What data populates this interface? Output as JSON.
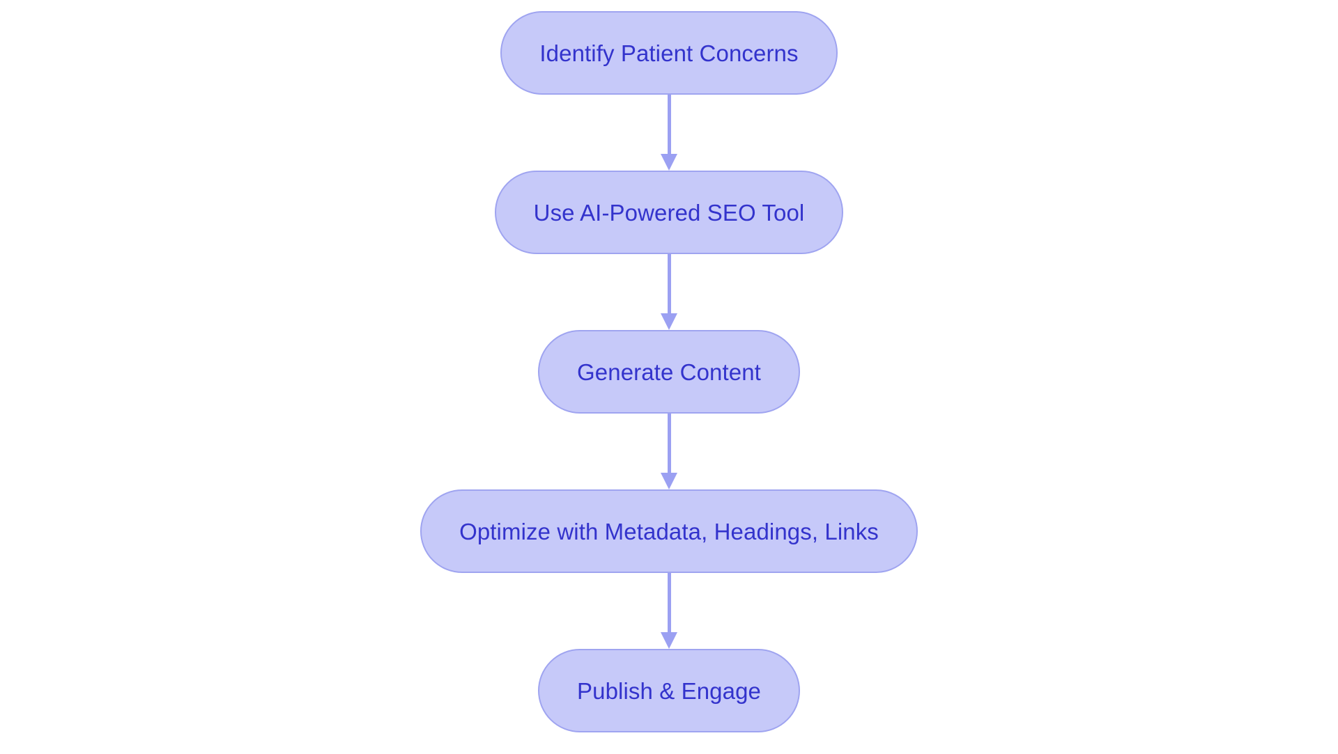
{
  "diagram": {
    "type": "flowchart",
    "orientation": "top-to-bottom",
    "background_color": "#ffffff",
    "node_fill_color": "#c6c9f9",
    "node_border_color": "#9fa4f0",
    "node_text_color": "#3333cc",
    "connector_color": "#9ba0f2",
    "nodes": [
      {
        "id": "node-1",
        "label": "Identify Patient Concerns"
      },
      {
        "id": "node-2",
        "label": "Use AI-Powered SEO Tool"
      },
      {
        "id": "node-3",
        "label": "Generate Content"
      },
      {
        "id": "node-4",
        "label": "Optimize with Metadata, Headings, Links"
      },
      {
        "id": "node-5",
        "label": "Publish & Engage"
      }
    ],
    "edges": [
      {
        "id": "edge-1",
        "from": "node-1",
        "to": "node-2",
        "arrow": "down-arrowhead"
      },
      {
        "id": "edge-2",
        "from": "node-2",
        "to": "node-3",
        "arrow": "down-arrowhead"
      },
      {
        "id": "edge-3",
        "from": "node-3",
        "to": "node-4",
        "arrow": "down-arrowhead"
      },
      {
        "id": "edge-4",
        "from": "node-4",
        "to": "node-5",
        "arrow": "down-arrowhead"
      }
    ]
  }
}
